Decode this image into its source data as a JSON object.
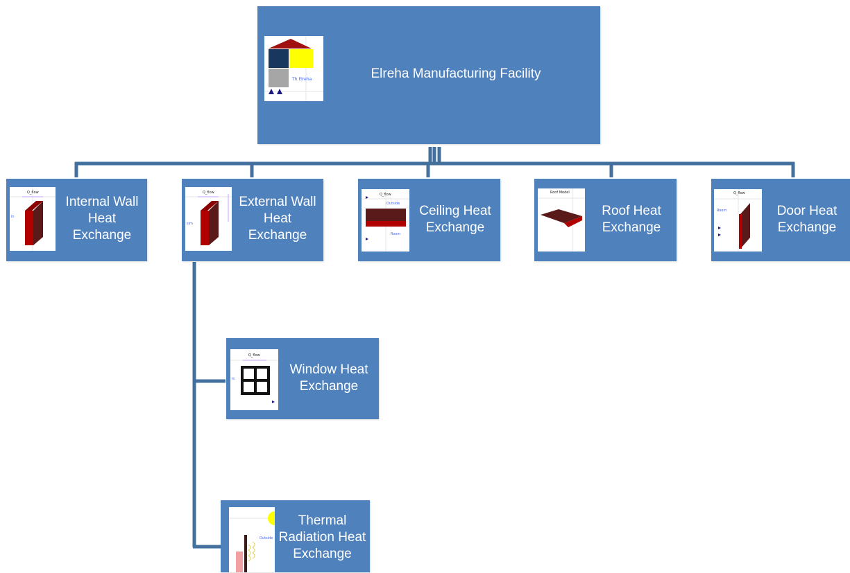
{
  "root": {
    "label": "Elreha Manufacturing Facility",
    "thumb_text": "Th Elreha"
  },
  "children": [
    {
      "label": "Internal Wall\nHeat\nExchange",
      "thumb_label_top": "Q_flow",
      "thumb_label_side": "in"
    },
    {
      "label": "External Wall\nHeat\nExchange",
      "thumb_label_top": "Q_flow",
      "thumb_label_side": "sim"
    },
    {
      "label": "Ceiling Heat\nExchange",
      "thumb_label_top": "Q_flow",
      "thumb_label_a": "Outside",
      "thumb_label_b": "Room"
    },
    {
      "label": "Roof Heat\nExchange",
      "thumb_label_top": "Roof Model"
    },
    {
      "label": "Door Heat\nExchange",
      "thumb_label_top": "Q_flow",
      "thumb_label_side": "Room"
    }
  ],
  "sub_children": [
    {
      "label": "Window Heat\nExchange",
      "thumb_label_top": "Q_flow",
      "thumb_label_side": "in"
    },
    {
      "label": "Thermal\nRadiation Heat\nExchange",
      "thumb_label_side": "Outside"
    }
  ],
  "colors": {
    "node_fill": "#4f81bd",
    "connector": "#44709d",
    "text": "#ffffff"
  }
}
